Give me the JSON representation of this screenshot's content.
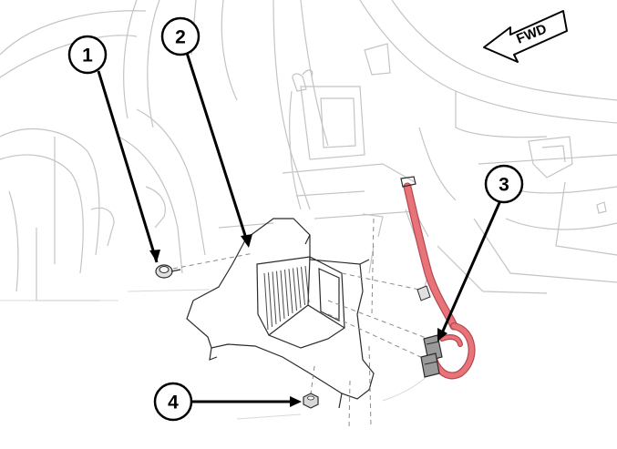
{
  "orientation": {
    "label": "FWD",
    "icon": "forward-arrow-icon"
  },
  "callouts": [
    {
      "number": "1",
      "part": "screw"
    },
    {
      "number": "2",
      "part": "mounting-bracket"
    },
    {
      "number": "3",
      "part": "wire-harness-connector"
    },
    {
      "number": "4",
      "part": "nut"
    }
  ],
  "colors": {
    "harness": "#e8747a",
    "harness_dark": "#b44a50",
    "bracket_fill": "#e6e6e6",
    "module_fill": "#bdbdbd"
  }
}
